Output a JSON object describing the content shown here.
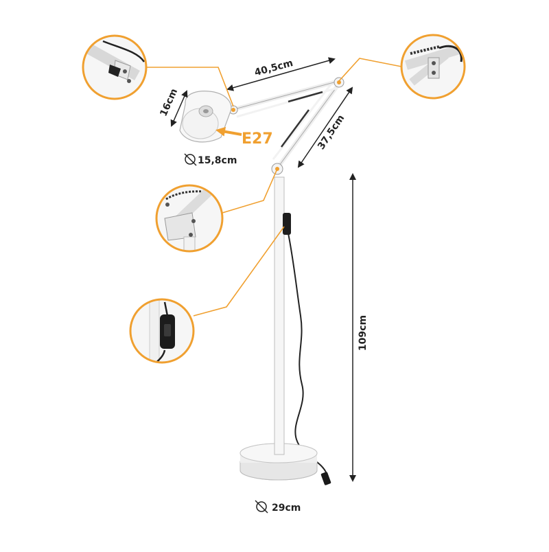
{
  "colors": {
    "accent": "#f0a030",
    "metal": "#f4f4f4",
    "outline": "#9a9a9a",
    "dark": "#222222"
  },
  "icons": {
    "diameter": "diameter-symbol-icon",
    "arrow": "double-headed-arrow-icon"
  },
  "labels": {
    "upper_arm_length": "40,5cm",
    "shade_height": "16cm",
    "socket_type": "E27",
    "shade_diameter": "15,8cm",
    "lower_arm_length": "37,5cm",
    "stand_height": "109cm",
    "base_diameter": "29cm"
  }
}
